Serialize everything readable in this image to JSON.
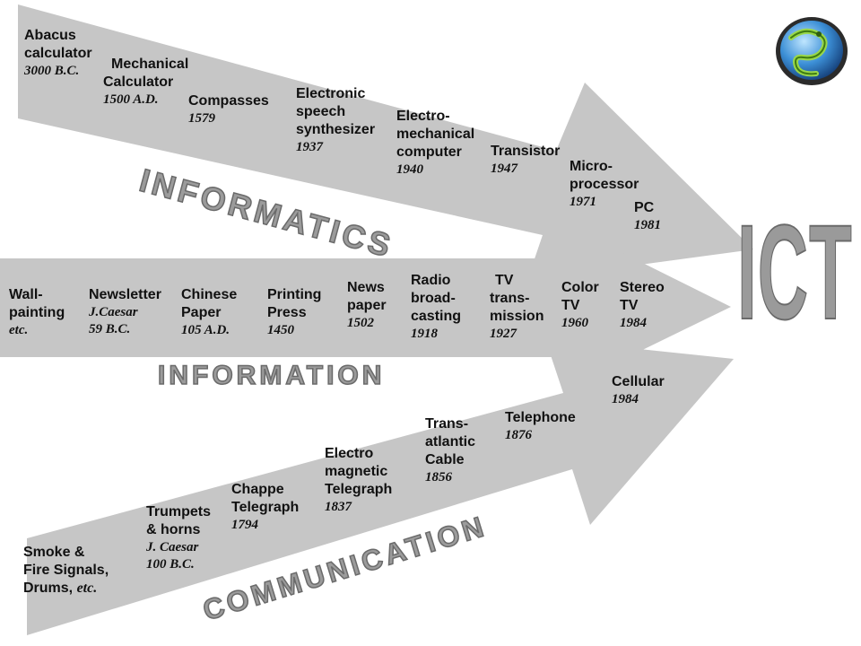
{
  "colors": {
    "arrow": "#c6c6c6",
    "text": "#111111",
    "big_label": "#9b9b9b"
  },
  "icons": {
    "logo": "globe-snake-logo"
  },
  "ict": "ICT",
  "bands": {
    "informatics": "INFORMATICS",
    "information": "INFORMATION",
    "communication": "COMMUNICATION"
  },
  "informatics": [
    {
      "t1": "Abacus",
      "t2": "calculator",
      "y": "3000 B.C."
    },
    {
      "t1": "Mechanical",
      "t2": "Calculator",
      "y": "1500 A.D."
    },
    {
      "t1": "Compasses",
      "y": "1579"
    },
    {
      "t1": "Electronic",
      "t2": "speech",
      "t3": "synthesizer",
      "y": "1937"
    },
    {
      "t1": "Electro-",
      "t2": "mechanical",
      "t3": "computer",
      "y": "1940"
    },
    {
      "t1": "Transistor",
      "y": "1947"
    },
    {
      "t1": "Micro-",
      "t2": "processor",
      "y": "1971"
    },
    {
      "t1": "PC",
      "y": "1981"
    }
  ],
  "information": [
    {
      "t1": "Wall-",
      "t2": "painting",
      "y": "etc."
    },
    {
      "t1": "Newsletter",
      "y": "J.Caesar",
      "y2": "59 B.C."
    },
    {
      "t1": "Chinese",
      "t2": "Paper",
      "y": "105 A.D."
    },
    {
      "t1": "Printing",
      "t2": "Press",
      "y": "1450"
    },
    {
      "t1": "News",
      "t2": "paper",
      "y": "1502"
    },
    {
      "t1": "Radio",
      "t2": "broad-",
      "t3": "casting",
      "y": "1918"
    },
    {
      "t1": "TV",
      "t2": "trans-",
      "t3": "mission",
      "y": "1927"
    },
    {
      "t1": "Color",
      "t2": "TV",
      "y": "1960"
    },
    {
      "t1": "Stereo",
      "t2": "TV",
      "y": "1984"
    }
  ],
  "communication": [
    {
      "t1": "Smoke &",
      "t2": "Fire Signals,",
      "t3": "Drums,",
      "t3e": "etc."
    },
    {
      "t1": "Trumpets",
      "t2": "& horns",
      "y": "J. Caesar",
      "y2": "100 B.C."
    },
    {
      "t1": "Chappe",
      "t2": "Telegraph",
      "y": "1794"
    },
    {
      "t1": "Electro",
      "t2": "magnetic",
      "t3": "Telegraph",
      "y": "1837"
    },
    {
      "t1": "Trans-",
      "t2": "atlantic",
      "t3": "Cable",
      "y": "1856"
    },
    {
      "t1": "Telephone",
      "y": "1876"
    },
    {
      "t1": "Cellular",
      "y": "1984"
    }
  ]
}
